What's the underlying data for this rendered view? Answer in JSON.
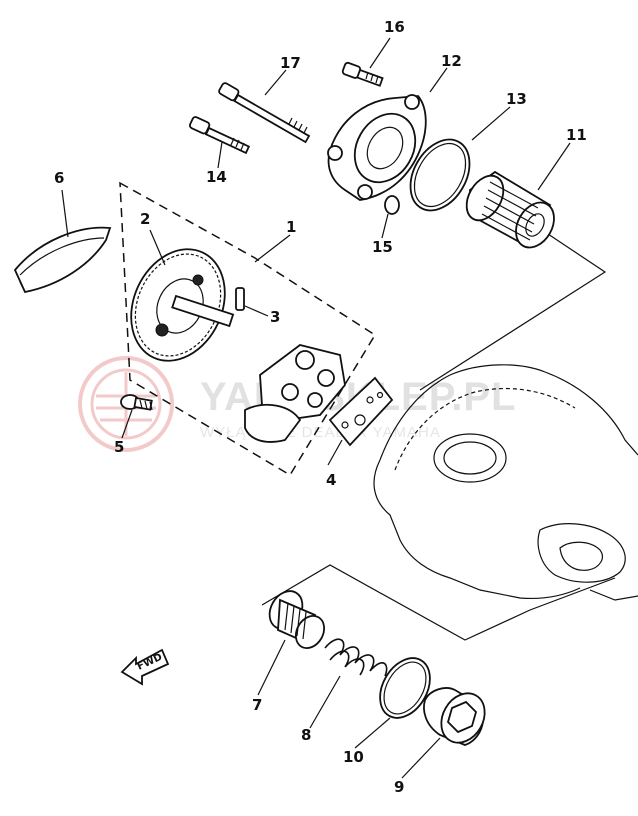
{
  "labels": {
    "l1": "1",
    "l2": "2",
    "l3": "3",
    "l4": "4",
    "l5": "5",
    "l6": "6",
    "l7": "7",
    "l8": "8",
    "l9": "9",
    "l10": "10",
    "l11": "11",
    "l12": "12",
    "l13": "13",
    "l14": "14",
    "l15": "15",
    "l16": "16",
    "l17": "17"
  },
  "fwd_label": "FWD",
  "watermark": {
    "line1": "YAMASKLEP.PL",
    "line2": "WYŁĄCZNIE DEALER YAMAHA"
  },
  "colors": {
    "ink": "#111111",
    "watermark_logo": "#e8a0a0",
    "watermark_text": "#c9c9c9"
  }
}
